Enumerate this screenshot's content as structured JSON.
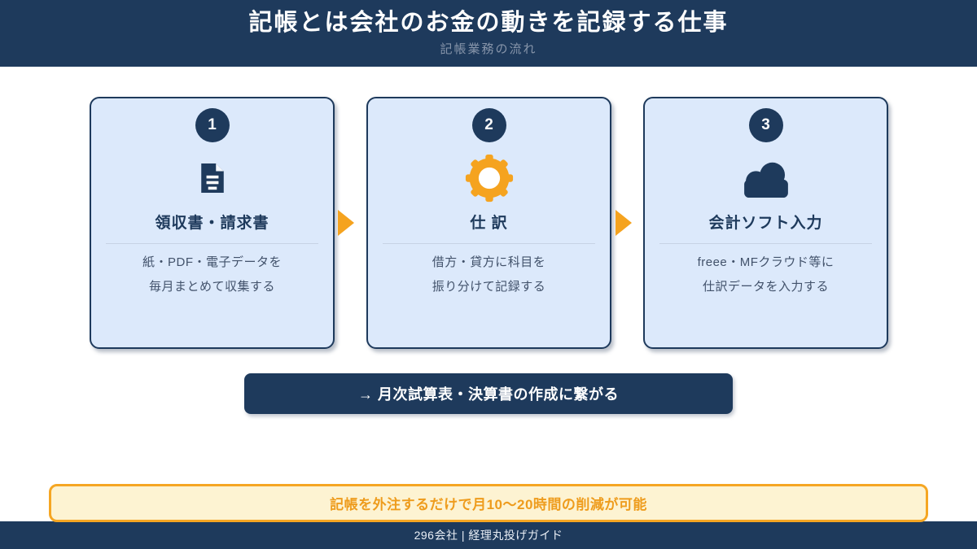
{
  "header": {
    "title": "記帳とは会社のお金の動きを記録する仕事",
    "subtitle": "記帳業務の流れ"
  },
  "steps": [
    {
      "number": "1",
      "icon": "document-icon",
      "title": "領収書・請求書",
      "desc": [
        "紙・PDF・電子データを",
        "毎月まとめて収集する"
      ]
    },
    {
      "number": "2",
      "icon": "gear-icon",
      "title": "仕 訳",
      "desc": [
        "借方・貸方に科目を",
        "振り分けて記録する"
      ]
    },
    {
      "number": "3",
      "icon": "cloud-icon",
      "title": "会計ソフト入力",
      "desc": [
        "freee・MFクラウド等に",
        "仕訳データを入力する"
      ]
    }
  ],
  "result_banner": {
    "label": "→ 月次試算表・決算書の作成に繋がる"
  },
  "highlight_banner": {
    "label": "記帳を外注するだけで月10〜20時間の削減が可能"
  },
  "footer": {
    "label": "296会社 | 経理丸投げガイド"
  },
  "colors": {
    "navy": "#1e3a5c",
    "card_bg": "#dce9fb",
    "orange": "#f5a31f",
    "banner_border": "#f5a623",
    "banner_bg": "#fdf3d2",
    "banner_text": "#ee9c1d",
    "subtitle_text": "#8795aa",
    "desc_text": "#42526b"
  }
}
